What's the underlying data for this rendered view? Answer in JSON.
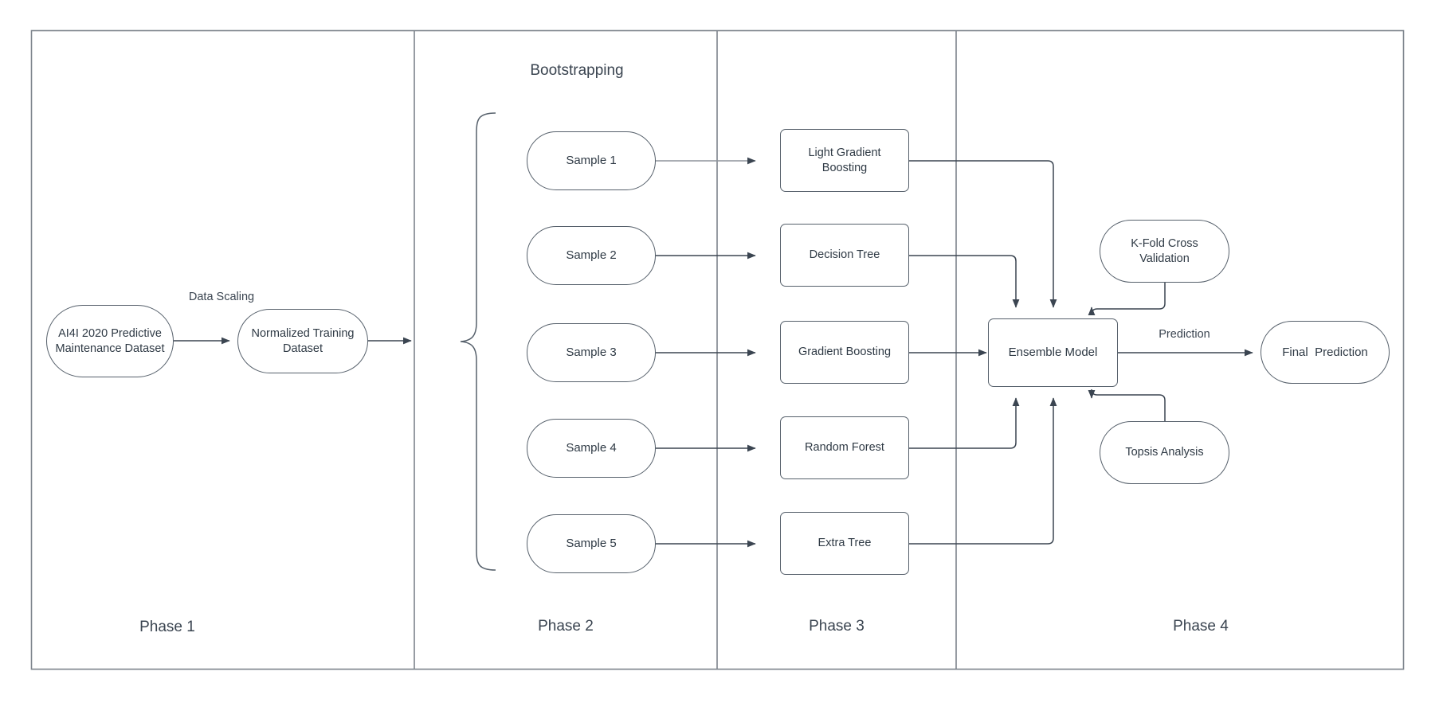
{
  "diagram": {
    "title_caption": "Bootstrapping",
    "frame_color": "#7d848c",
    "node_border_color": "#56606b",
    "text_color": "#2f3a45",
    "arrow_color": "#3b4551"
  },
  "phases": [
    {
      "label": "Phase 1"
    },
    {
      "label": "Phase 2"
    },
    {
      "label": "Phase 3"
    },
    {
      "label": "Phase 4"
    }
  ],
  "phase1": {
    "dataset": "AI4I 2020 Predictive Maintenance Dataset",
    "normalized": "Normalized Training Dataset",
    "edge_label": "Data Scaling"
  },
  "phase2": {
    "caption": "Bootstrapping",
    "samples": [
      {
        "label": "Sample 1"
      },
      {
        "label": "Sample 2"
      },
      {
        "label": "Sample 3"
      },
      {
        "label": "Sample 4"
      },
      {
        "label": "Sample 5"
      }
    ]
  },
  "phase3": {
    "models": [
      {
        "label": "Light Gradient Boosting"
      },
      {
        "label": "Decision Tree"
      },
      {
        "label": "Gradient Boosting"
      },
      {
        "label": "Random Forest"
      },
      {
        "label": "Extra Tree"
      }
    ]
  },
  "phase4": {
    "ensemble": "Ensemble Model",
    "kfold": "K-Fold Cross Validation",
    "topsis": "Topsis Analysis",
    "final": "Final  Prediction",
    "edge_label": "Prediction"
  }
}
